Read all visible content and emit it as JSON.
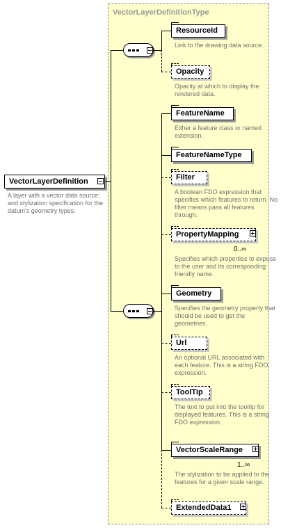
{
  "type_title": "VectorLayerDefinitionType",
  "root": {
    "name": "VectorLayerDefinition",
    "description": "A layer with a vector data source; and stylization specification for the datum's geometry types."
  },
  "elements": [
    {
      "name": "ResourceId",
      "description": "Link to the drawing data source.",
      "optional": false
    },
    {
      "name": "Opacity",
      "description": "Opacity at which to display the rendered data.",
      "optional": true
    },
    {
      "name": "FeatureName",
      "description": "Either a feature class or named extension.",
      "optional": false
    },
    {
      "name": "FeatureNameType",
      "description": "",
      "optional": false
    },
    {
      "name": "Filter",
      "description": "A boolean FDO expression that specifies which features to return.  No filter means pass all features through.",
      "optional": true
    },
    {
      "name": "PropertyMapping",
      "description": "Specifies which properties to expose to the user and its corresponding friendly name.",
      "optional": true,
      "multiplicity": "0..∞"
    },
    {
      "name": "Geometry",
      "description": "Specifies the geometry property that should be used to get the geometries.",
      "optional": false
    },
    {
      "name": "Url",
      "description": "An optional URL associated with each feature.  This is a string FDO expression.",
      "optional": true
    },
    {
      "name": "ToolTip",
      "description": "The text to put into the tooltip for displayed features.  This is a string FDO expression.",
      "optional": true
    },
    {
      "name": "VectorScaleRange",
      "description": "The stylization to be applied to the features for a given scale range.",
      "optional": false,
      "multiplicity": "1..∞"
    },
    {
      "name": "ExtendedData1",
      "description": "",
      "optional": true
    }
  ]
}
